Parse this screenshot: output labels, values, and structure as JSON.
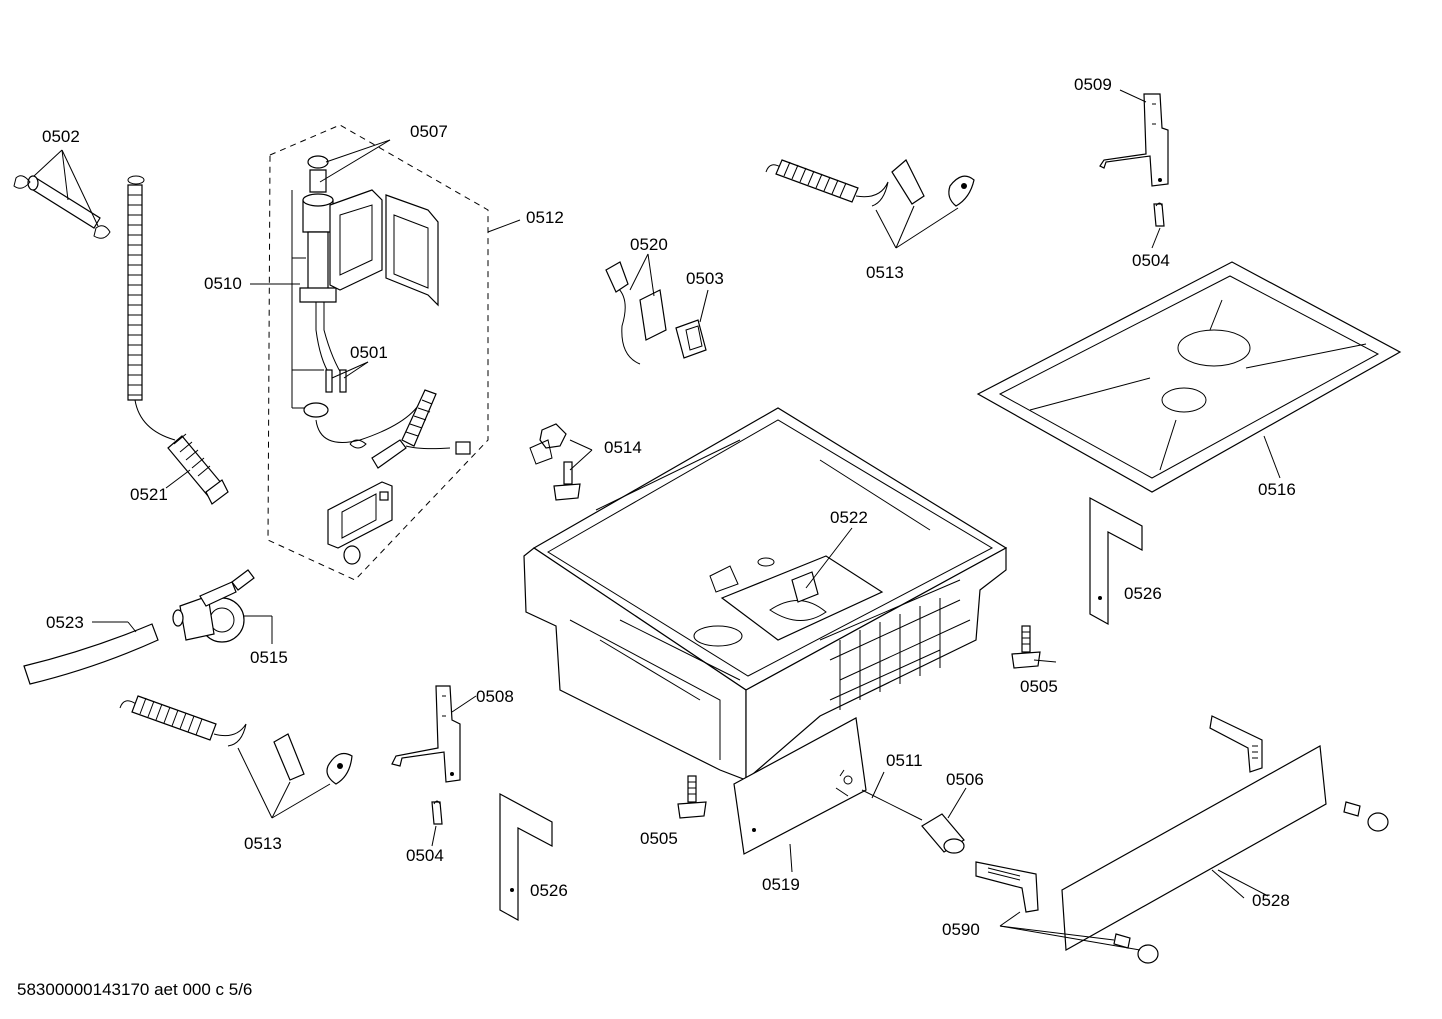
{
  "diagram": {
    "labels": {
      "l0502": "0502",
      "l0507": "0507",
      "l0512": "0512",
      "l0510": "0510",
      "l0501": "0501",
      "l0521": "0521",
      "l0523": "0523",
      "l0515": "0515",
      "l0513a": "0513",
      "l0513b": "0513",
      "l0520": "0520",
      "l0503": "0503",
      "l0509": "0509",
      "l0504a": "0504",
      "l0504b": "0504",
      "l0514": "0514",
      "l0522": "0522",
      "l0516": "0516",
      "l0526a": "0526",
      "l0526b": "0526",
      "l0505a": "0505",
      "l0505b": "0505",
      "l0508": "0508",
      "l0511": "0511",
      "l0506": "0506",
      "l0519": "0519",
      "l0528": "0528",
      "l0590": "0590"
    },
    "footer": "58300000143170 aet 000 c 5/6"
  }
}
